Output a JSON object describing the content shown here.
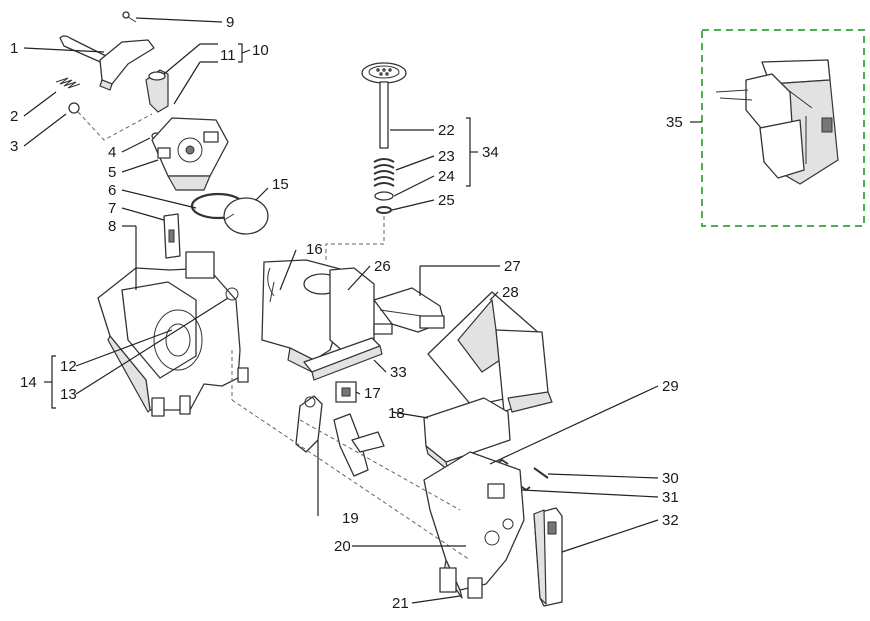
{
  "labels": [
    "1",
    "2",
    "3",
    "4",
    "5",
    "6",
    "7",
    "8",
    "9",
    "10",
    "11",
    "12",
    "13",
    "14",
    "15",
    "16",
    "17",
    "18",
    "19",
    "20",
    "21",
    "22",
    "23",
    "24",
    "25",
    "26",
    "27",
    "28",
    "29",
    "30",
    "31",
    "32",
    "33",
    "34",
    "35"
  ],
  "colors": {
    "inset_border": "#4caf50",
    "line": "#222222"
  }
}
